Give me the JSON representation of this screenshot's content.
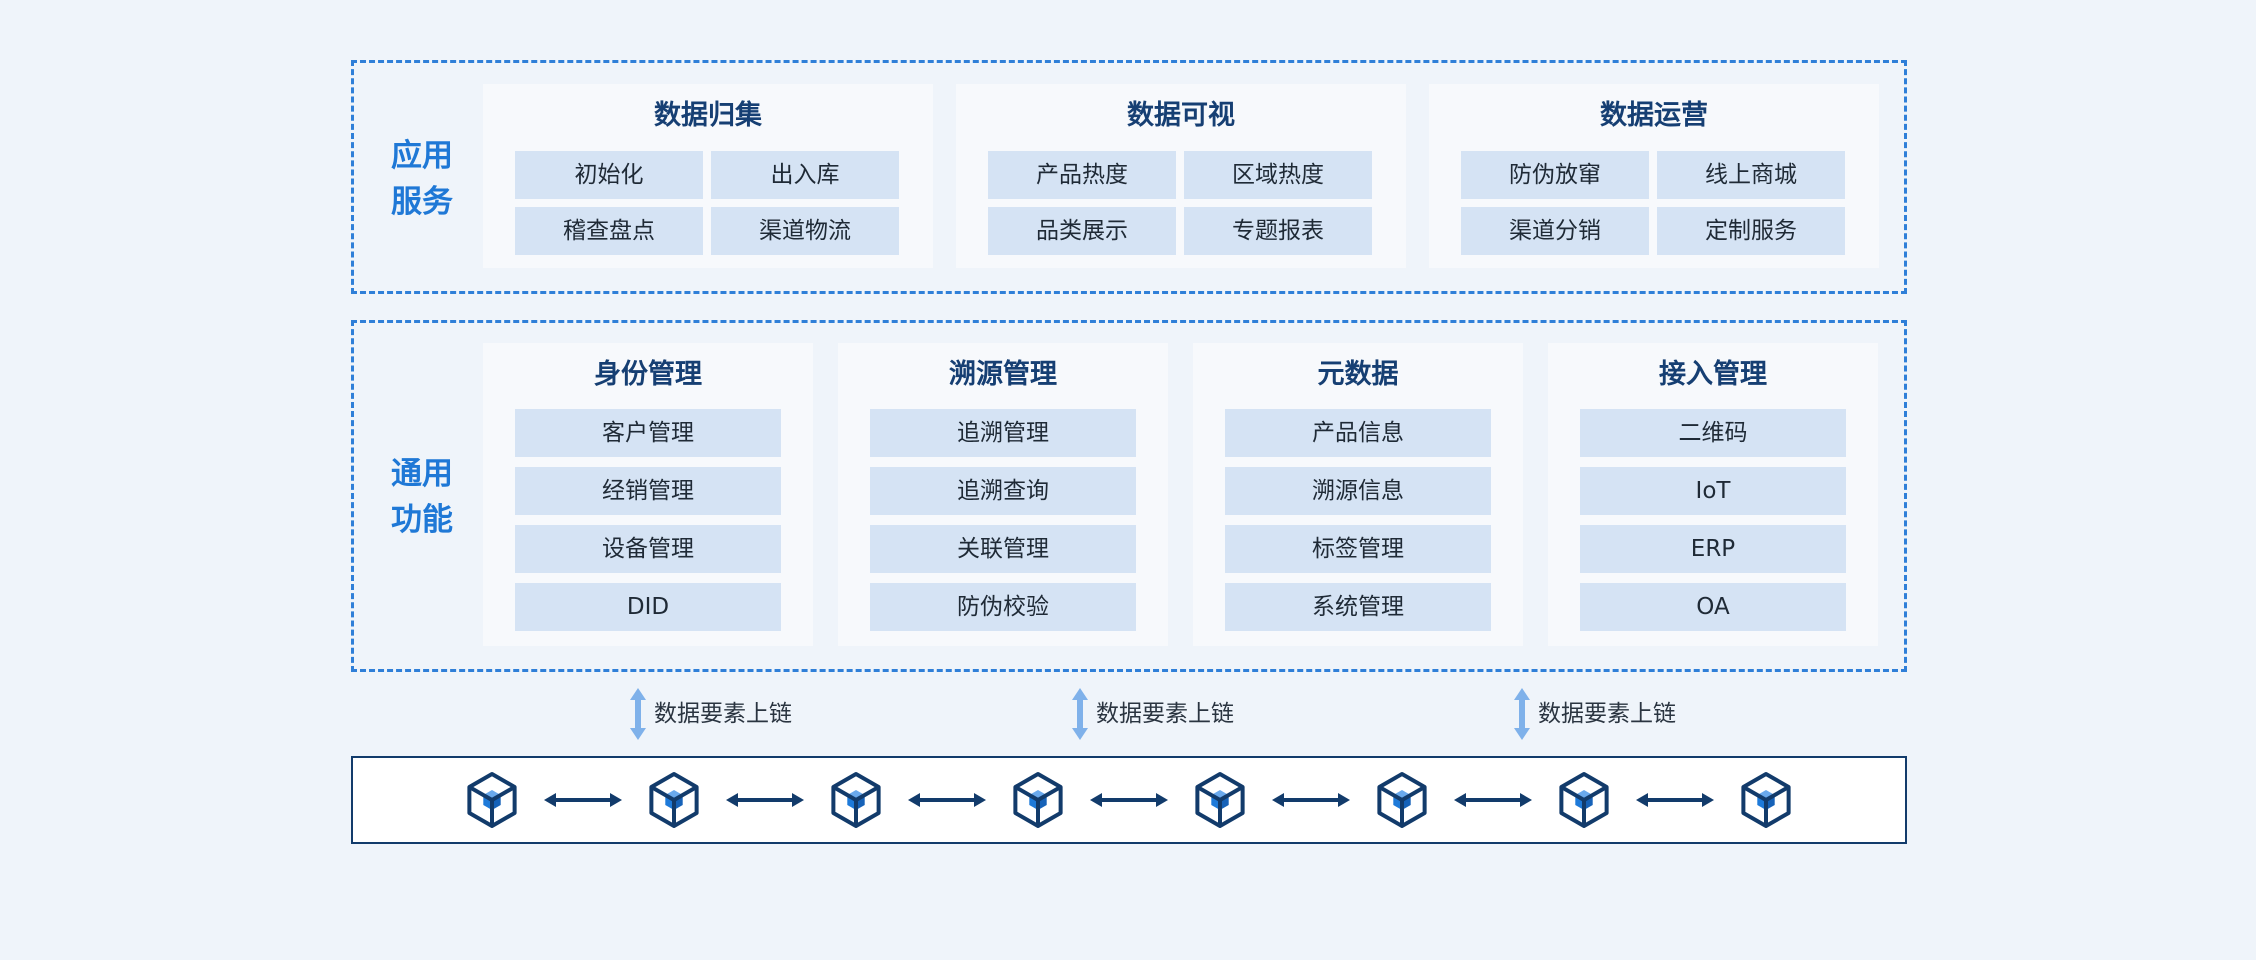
{
  "app_layer": {
    "label_line1": "应用",
    "label_line2": "服务",
    "cards": [
      {
        "title": "数据归集",
        "items": [
          "初始化",
          "出入库",
          "稽查盘点",
          "渠道物流"
        ]
      },
      {
        "title": "数据可视",
        "items": [
          "产品热度",
          "区域热度",
          "品类展示",
          "专题报表"
        ]
      },
      {
        "title": "数据运营",
        "items": [
          "防伪放窜",
          "线上商城",
          "渠道分销",
          "定制服务"
        ]
      }
    ]
  },
  "common_layer": {
    "label_line1": "通用",
    "label_line2": "功能",
    "cards": [
      {
        "title": "身份管理",
        "items": [
          "客户管理",
          "经销管理",
          "设备管理",
          "DID"
        ]
      },
      {
        "title": "溯源管理",
        "items": [
          "追溯管理",
          "追溯查询",
          "关联管理",
          "防伪校验"
        ]
      },
      {
        "title": "元数据",
        "items": [
          "产品信息",
          "溯源信息",
          "标签管理",
          "系统管理"
        ]
      },
      {
        "title": "接入管理",
        "items": [
          "二维码",
          "IoT",
          "ERP",
          "OA"
        ]
      }
    ]
  },
  "links": [
    {
      "label": "数据要素上链"
    },
    {
      "label": "数据要素上链"
    },
    {
      "label": "数据要素上链"
    }
  ],
  "chain": {
    "block_count": 8,
    "block_icon": "cube-icon",
    "connector_icon": "double-arrow-icon"
  },
  "colors": {
    "background": "#eff4fa",
    "dashed_border": "#2f7fd8",
    "layer_label": "#1f78d6",
    "card_title": "#163f73",
    "chip_fill": "#d5e3f4",
    "chain_navy": "#123b6b",
    "cube_accent": "#1e7ad9",
    "link_arrow": "#7fb1ea"
  }
}
